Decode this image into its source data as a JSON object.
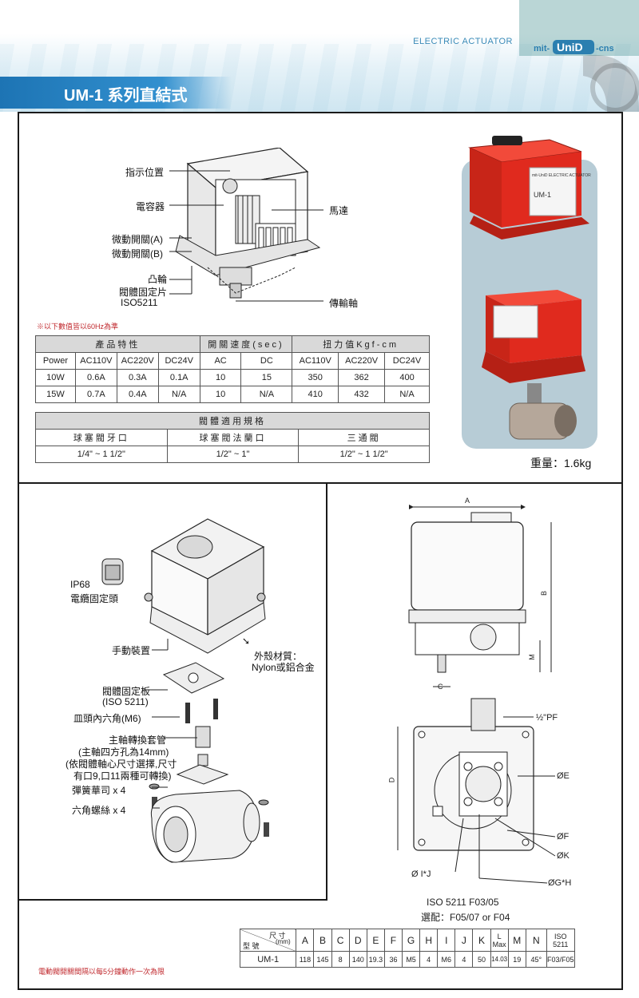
{
  "header": {
    "brand_tag": "ELECTRIC ACTUATOR",
    "logo_text": "mit-UniD-cns",
    "title": "UM-1 系列直結式"
  },
  "exploded_callouts": {
    "indicator": "指示位置",
    "capacitor": "電容器",
    "switch_a": "微動開關(A)",
    "switch_b": "微動開關(B)",
    "cam": "凸輪",
    "mount_plate": "閥體固定片",
    "iso": "ISO5211",
    "motor": "馬達",
    "shaft": "傳輸軸"
  },
  "note_60hz": "※以下數值皆以60Hz為準",
  "spec_table": {
    "group_product": "產品特性",
    "group_speed": "開關速度(sec)",
    "group_torque": "扭力值Kgf-cm",
    "columns": [
      "Power",
      "AC110V",
      "AC220V",
      "DC24V",
      "AC",
      "DC",
      "AC110V",
      "AC220V",
      "DC24V"
    ],
    "rows": [
      [
        "10W",
        "0.6A",
        "0.3A",
        "0.1A",
        "10",
        "15",
        "350",
        "362",
        "400"
      ],
      [
        "15W",
        "0.7A",
        "0.4A",
        "N/A",
        "10",
        "N/A",
        "410",
        "432",
        "N/A"
      ]
    ]
  },
  "valve_table": {
    "title": "閥體適用規格",
    "columns": [
      "球塞閥牙口",
      "球塞閥法蘭口",
      "三通閥"
    ],
    "values": [
      "1/4\" ~ 1 1/2\"",
      "1/2\" ~ 1\"",
      "1/2\" ~ 1 1/2\""
    ]
  },
  "weight": "重量：1.6kg",
  "product_photo": {
    "label_text": "mit-UniD  ELECTRIC ACTUATOR",
    "model_text": "UM-1"
  },
  "assembly_callouts": {
    "ip68": "IP68",
    "cable_head": "電纜固定頭",
    "manual": "手動裝置",
    "shell_title": "外殼材質：",
    "shell_value": "Nylon或鋁合金",
    "plate": "閥體固定板",
    "plate_iso": "(ISO 5211)",
    "hex_screw": "皿頭內六角(M6)",
    "sleeve": "主軸轉換套管",
    "sleeve_note1": "(主軸四方孔為14mm)",
    "sleeve_note2": "(依閥體軸心尺寸選擇,尺寸",
    "sleeve_note3": "有口9,口11兩種可轉換)",
    "washer": "彈簧華司 x 4",
    "bolt": "六角螺絲 x 4"
  },
  "dimension_labels": {
    "a": "A",
    "b": "B",
    "c": "C",
    "m": "M",
    "d": "D",
    "pf": "½\"PF",
    "e": "ØE",
    "f": "ØF",
    "k": "ØK",
    "ij": "Ø I*J",
    "gh": "ØG*H",
    "iso_std": "ISO 5211 F03/05",
    "option": "選配：F05/07 or F04"
  },
  "dim_table": {
    "corner_size": "尺 寸",
    "corner_unit": "(mm)",
    "corner_model": "型 號",
    "headers": [
      "A",
      "B",
      "C",
      "D",
      "E",
      "F",
      "G",
      "H",
      "I",
      "J",
      "K",
      "L",
      "M",
      "N",
      "ISO 5211"
    ],
    "l_sub": "Max",
    "row": [
      "UM-1",
      "118",
      "145",
      "8",
      "140",
      "19.3",
      "36",
      "M5",
      "4",
      "M6",
      "4",
      "50",
      "14.03",
      "19",
      "45°",
      "F03/F05"
    ]
  },
  "footer_note": "電動閥開關間隔以每5分鐘動作一次為限",
  "colors": {
    "accent_blue": "#1d74b4",
    "actuator_red": "#e02a1e",
    "note_red": "#c0282d"
  }
}
